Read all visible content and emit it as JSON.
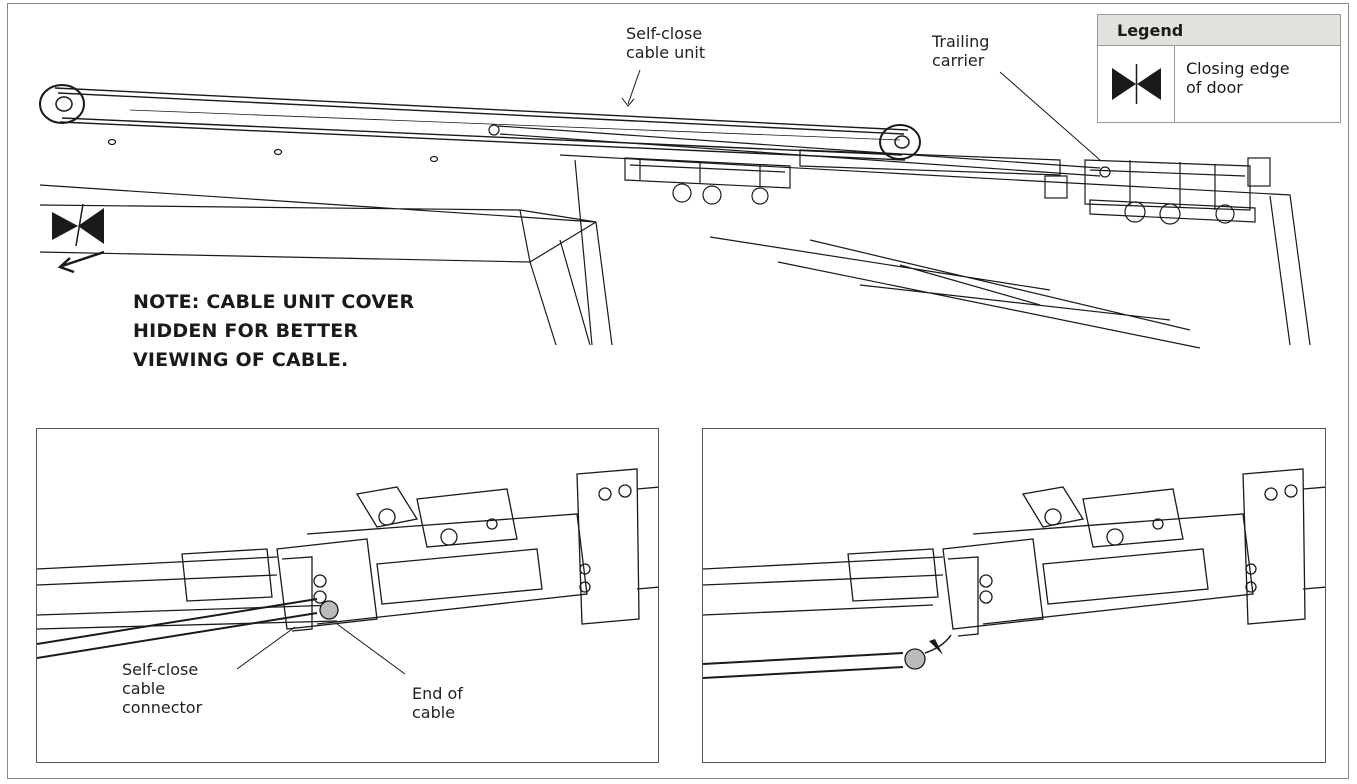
{
  "labels": {
    "self_close_cable_unit": [
      "Self-close",
      "cable unit"
    ],
    "trailing_carrier": [
      "Trailing",
      "carrier"
    ],
    "self_close_cable_connector": [
      "Self-close",
      "cable",
      "connector"
    ],
    "end_of_cable": [
      "End of",
      "cable"
    ]
  },
  "note": [
    "NOTE: CABLE UNIT COVER",
    "HIDDEN FOR BETTER",
    "VIEWING OF CABLE."
  ],
  "legend": {
    "title": "Legend",
    "items": [
      {
        "icon": "closing-edge-icon",
        "description": [
          "Closing edge",
          "of door"
        ]
      }
    ]
  },
  "colors": {
    "line": "#1a1a1a",
    "legend_header": "#e2e2dc",
    "frame": "#8a8a8a"
  }
}
